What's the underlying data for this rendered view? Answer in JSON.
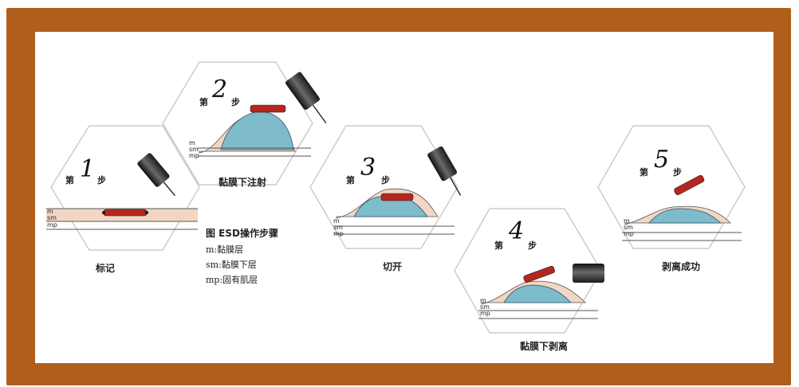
{
  "figure": {
    "legend_title": "图 ESD操作步骤",
    "legend_lines": [
      "m:黏膜层",
      "sm:黏膜下层",
      "mp:固有肌层"
    ]
  },
  "steps": [
    {
      "prefix": "第",
      "number": "1",
      "suffix": "步",
      "caption": "标记",
      "layers": [
        "m",
        "sm",
        "mp"
      ]
    },
    {
      "prefix": "第",
      "number": "2",
      "suffix": "步",
      "caption": "黏膜下注射",
      "layers": [
        "m",
        "sm",
        "mp"
      ]
    },
    {
      "prefix": "第",
      "number": "3",
      "suffix": "步",
      "caption": "切开",
      "layers": [
        "m",
        "sm",
        "mp"
      ]
    },
    {
      "prefix": "第",
      "number": "4",
      "suffix": "步",
      "caption": "黏膜下剥离",
      "layers": [
        "m",
        "sm",
        "mp"
      ]
    },
    {
      "prefix": "第",
      "number": "5",
      "suffix": "步",
      "caption": "剥离成功",
      "layers": [
        "m",
        "sm",
        "mp"
      ]
    }
  ],
  "colors": {
    "border": "#b15e1b",
    "tissue": "#f2d6c4",
    "fluid": "#7fbccb",
    "lesion": "#b5261e",
    "instrument": "#2a2a2a"
  }
}
